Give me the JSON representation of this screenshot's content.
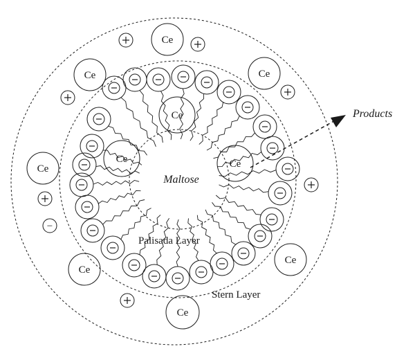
{
  "labels": {
    "center": "Maltose",
    "products": "Products",
    "palisade": "Palisada Layer",
    "stern": "Stern Layer"
  },
  "symbols": {
    "cation": "Ce",
    "plus": "+",
    "minus": "−"
  },
  "colors": {
    "stroke": "#1a1a1a",
    "background": "#ffffff"
  }
}
